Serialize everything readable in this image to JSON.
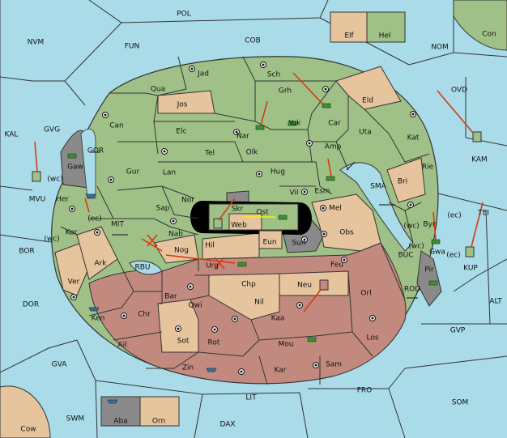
{
  "colors": {
    "sea": "#a9dbe9",
    "green": "#9fc187",
    "tan": "#e6c49d",
    "red": "#c28a7f",
    "gray": "#8a8a8a",
    "order_arrow": "#d63a12",
    "support_arrow": "#f6f200",
    "supply_center": "#111111"
  },
  "labels": {
    "POL": "POL",
    "NVM": "NVM",
    "FUN": "FUN",
    "COB": "COB",
    "NOM": "NOM",
    "Con": "Con",
    "Elf": "Elf",
    "Hel": "Hel",
    "OVD": "OVD",
    "KAL": "KAL",
    "GVG": "GVG",
    "MVU": "MVU",
    "KAM": "KAM",
    "BOR": "BOR",
    "DOR": "DOR",
    "GVA": "GVA",
    "SWM": "SWM",
    "Cow": "Cow",
    "Aba": "Aba",
    "Orn": "Orn",
    "LIT": "LIT",
    "DAX": "DAX",
    "FRO": "FRO",
    "SOM": "SOM",
    "GVP": "GVP",
    "ALT": "ALT",
    "TEI": "TEI",
    "KUP": "KUP",
    "SMA": "SMA",
    "MIT": "MIT",
    "RBU": "RBU",
    "BUC": "BUC",
    "ROD": "ROD",
    "GOR": "GOR",
    "Jad": "Jad",
    "Sch": "Sch",
    "Qua": "Qua",
    "Jos": "Jos",
    "Grh": "Grh",
    "Car": "Car",
    "Eld": "Eld",
    "Can": "Can",
    "Elc": "Elc",
    "Nar": "Nar",
    "Yok": "Yok",
    "Uta": "Uta",
    "Kat": "Kat",
    "Tel": "Tel",
    "Olk": "Olk",
    "Amp": "Amp",
    "Gur": "Gur",
    "Lan": "Lan",
    "Hug": "Hug",
    "Rie": "Rie",
    "Esm": "Esm",
    "Bri": "Bri",
    "Gaw": "Gaw",
    "Nor": "Nor",
    "Vil": "Vil",
    "Her": "Her",
    "Sap": "Sap",
    "Skr": "Skr",
    "Ost": "Ost",
    "Web": "Web",
    "Mel": "Mel",
    "Kor": "Kor",
    "Nab": "Nab",
    "Eun": "Eun",
    "Sun": "Sun",
    "Obs": "Obs",
    "Byn": "Byn",
    "Gwa": "Gwa",
    "Ark": "Ark",
    "Hil": "Hil",
    "Nog": "Nog",
    "Urg": "Urg",
    "Feu": "Feu",
    "Pir": "Pir",
    "Ver": "Ver",
    "Chp": "Chp",
    "Neu": "Neu",
    "Orl": "Orl",
    "Bar": "Bar",
    "Qwi": "Qwi",
    "Nil": "Nil",
    "Ken": "Ken",
    "Chr": "Chr",
    "Kaa": "Kaa",
    "Sot": "Sot",
    "Rot": "Rot",
    "Mou": "Mou",
    "Los": "Los",
    "Ail": "Ail",
    "Zin": "Zin",
    "Kar": "Kar",
    "Sam": "Sam",
    "wc1": "(wc)",
    "ec1": "(ec)",
    "wc2": "(wc)",
    "wc3": "(wc)",
    "ec2": "(ec)",
    "wc4": "(wc)",
    "ec3": "(ec)"
  }
}
